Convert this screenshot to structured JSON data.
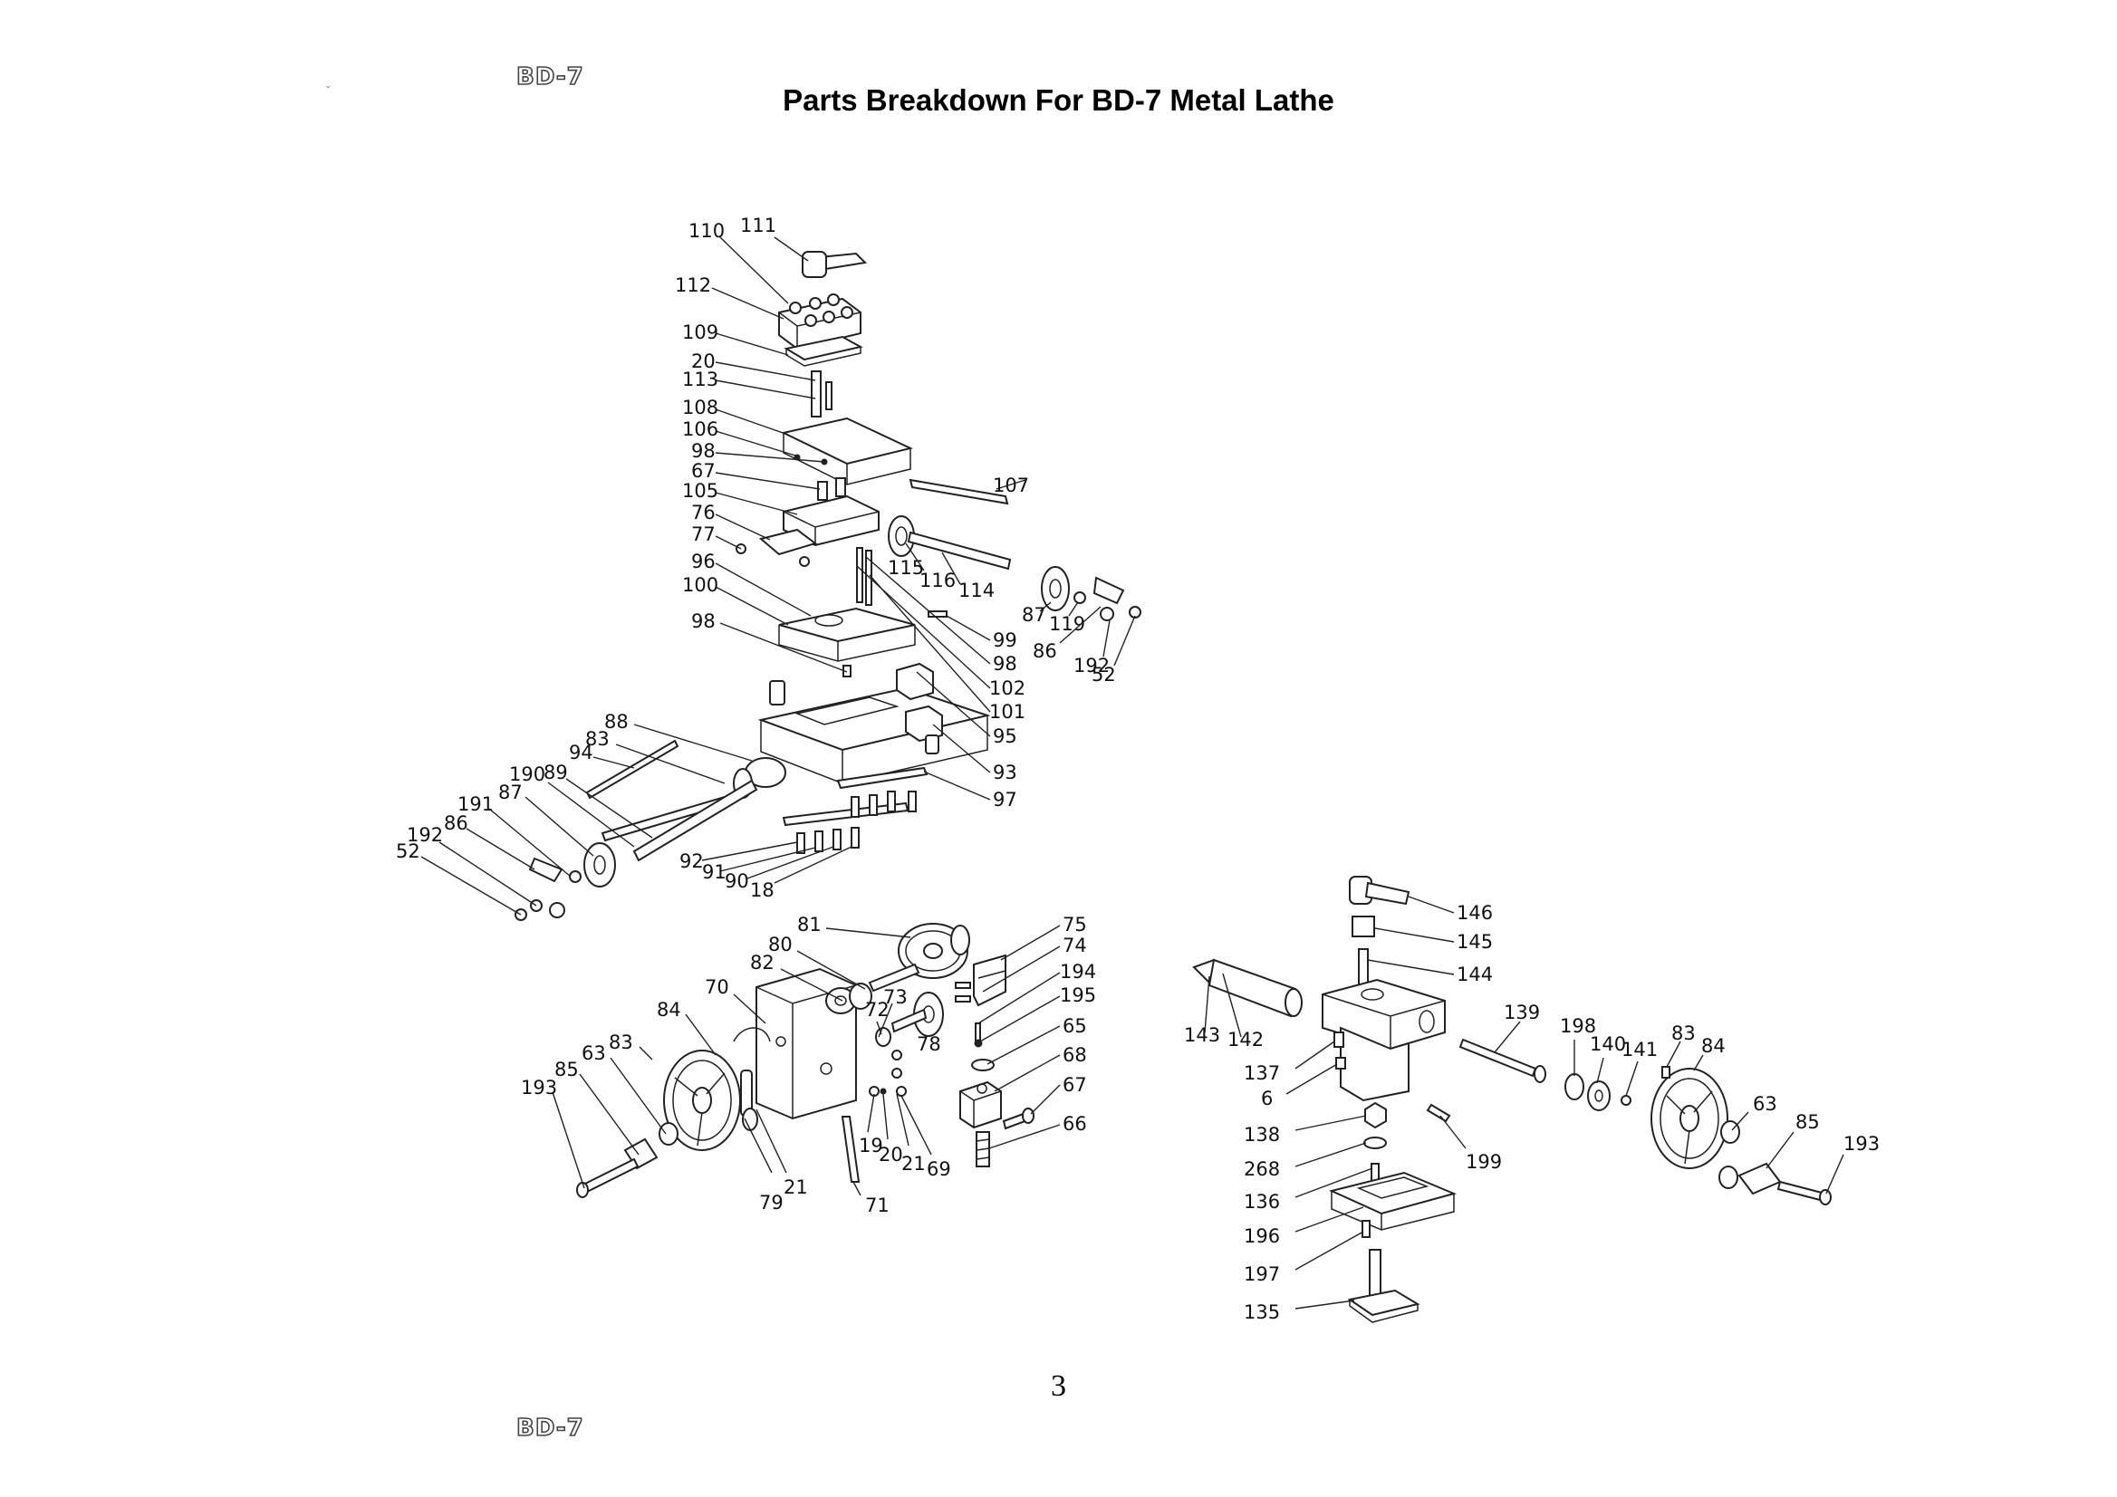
{
  "header": {
    "logo_top": "BD-7",
    "logo_bottom": "BD-7"
  },
  "title": "Parts Breakdown For BD-7 Metal Lathe",
  "page_number": "3",
  "diagram": {
    "callouts_compound_slide": [
      "111",
      "110",
      "112",
      "109",
      "20",
      "113",
      "108",
      "106",
      "98",
      "67",
      "105",
      "76",
      "77",
      "96",
      "100",
      "98",
      "107",
      "115",
      "116",
      "114",
      "87",
      "119",
      "86",
      "192",
      "52",
      "99",
      "98",
      "102",
      "101",
      "95",
      "93",
      "97"
    ],
    "callouts_cross_slide": [
      "88",
      "83",
      "94",
      "190",
      "89",
      "87",
      "191",
      "86",
      "192",
      "52",
      "92",
      "91",
      "90",
      "18"
    ],
    "callouts_apron": [
      "81",
      "80",
      "82",
      "70",
      "72",
      "73",
      "84",
      "83",
      "63",
      "85",
      "193",
      "78",
      "75",
      "74",
      "194",
      "195",
      "65",
      "68",
      "67",
      "66",
      "19",
      "20",
      "21",
      "69",
      "79",
      "21",
      "71"
    ],
    "callouts_tailstock": [
      "146",
      "145",
      "144",
      "143",
      "142",
      "139",
      "198",
      "140",
      "141",
      "83",
      "84",
      "137",
      "6",
      "138",
      "268",
      "136",
      "196",
      "197",
      "135",
      "199",
      "63",
      "85",
      "193"
    ]
  }
}
